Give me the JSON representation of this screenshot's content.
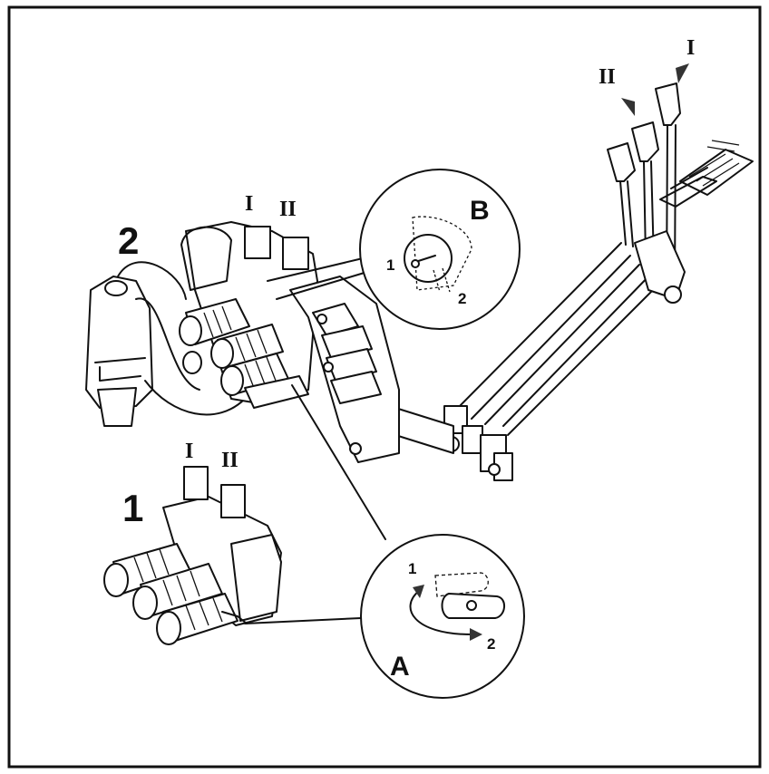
{
  "figure": {
    "unit_labels": {
      "unit_2": "2",
      "unit_1": "1"
    },
    "unit_2_lever_labels": [
      "I",
      "II"
    ],
    "unit_1_lever_labels": [
      "I",
      "II"
    ],
    "control_lever_labels": [
      "II",
      "I"
    ],
    "detail_b": {
      "label": "B",
      "position_1": "1",
      "position_2": "2"
    },
    "detail_a": {
      "label": "A",
      "position_1": "1",
      "position_2": "2"
    }
  }
}
